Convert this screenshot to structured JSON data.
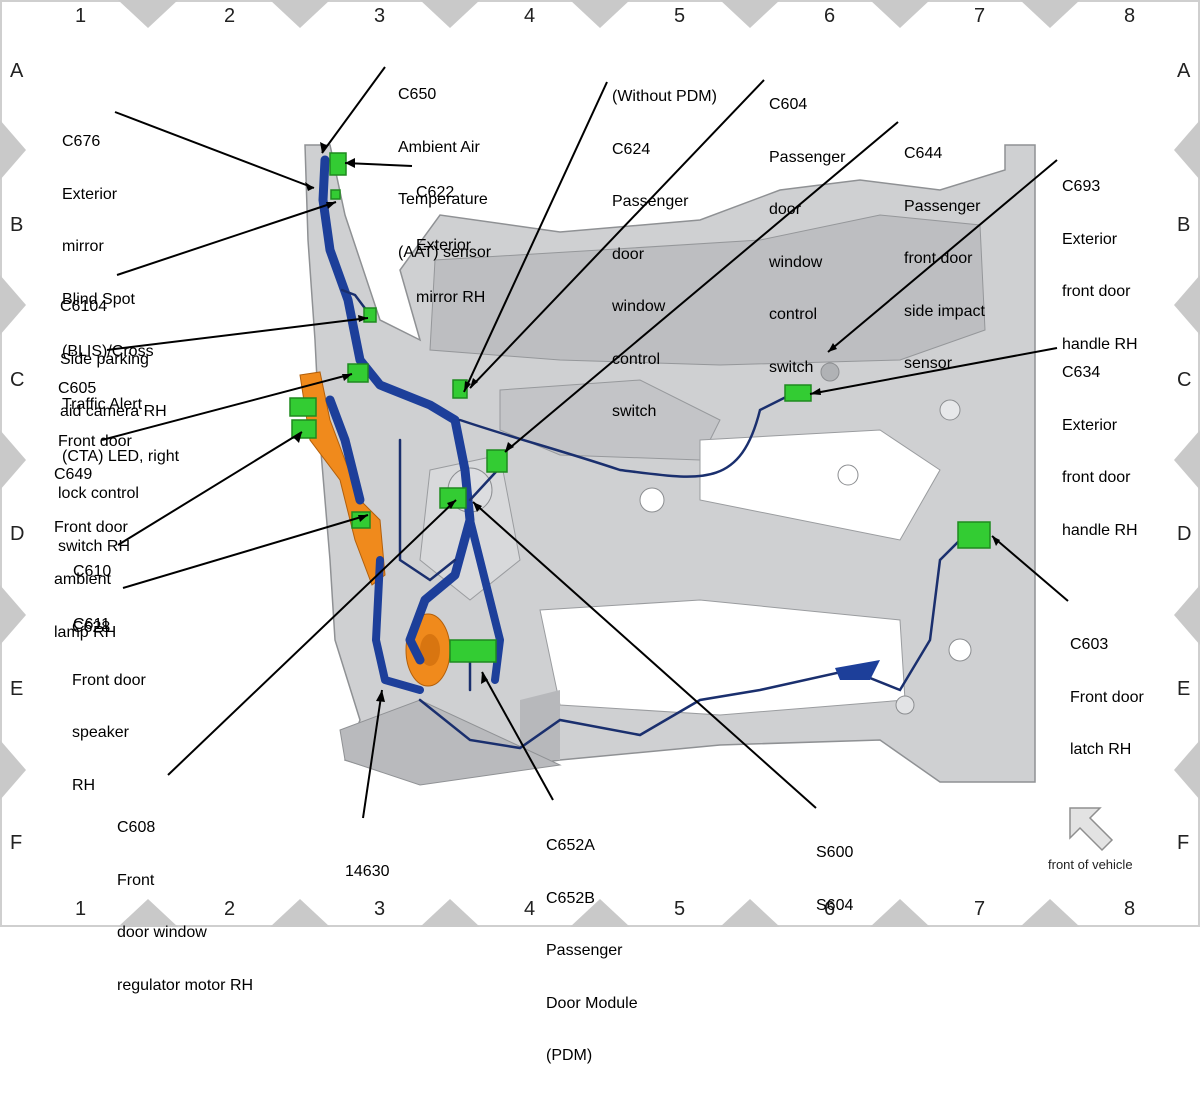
{
  "grid": {
    "columns": [
      "1",
      "2",
      "3",
      "4",
      "5",
      "6",
      "7",
      "8"
    ],
    "rows": [
      "A",
      "B",
      "C",
      "D",
      "E",
      "F"
    ]
  },
  "callouts": {
    "c650": [
      "C650",
      "Ambient Air",
      "Temperature",
      "(AAT) sensor"
    ],
    "c676": [
      "C676",
      "Exterior",
      "mirror",
      "Blind Spot",
      "(BLIS)/Cross",
      "Traffic Alert",
      "(CTA) LED, right"
    ],
    "c622": [
      "C622",
      "Exterior",
      "mirror RH"
    ],
    "c6104": [
      "C6104",
      "Side parking",
      "aid camera RH"
    ],
    "c605": [
      "C605",
      "Front door",
      "lock control",
      "switch RH"
    ],
    "c649": [
      "C649",
      "Front door",
      "ambient",
      "lamp RH"
    ],
    "c610": [
      "C610",
      "C611"
    ],
    "c628": [
      "C628",
      "Front door",
      "speaker",
      "RH"
    ],
    "c608": [
      "C608",
      "Front",
      "door window",
      "regulator motor RH"
    ],
    "wire_14630": [
      "14630"
    ],
    "c652": [
      "C652A",
      "C652B",
      "Passenger",
      "Door Module",
      "(PDM)"
    ],
    "s600": [
      "S600",
      "S604"
    ],
    "c624": [
      "(Without PDM)",
      "C624",
      "Passenger",
      "door",
      "window",
      "control",
      "switch"
    ],
    "c604": [
      "C604",
      "Passenger",
      "door",
      "window",
      "control",
      "switch"
    ],
    "c644": [
      "C644",
      "Passenger",
      "front door",
      "side impact",
      "sensor"
    ],
    "c693": [
      "C693",
      "Exterior",
      "front door",
      "handle RH"
    ],
    "c634": [
      "C634",
      "Exterior",
      "front door",
      "handle RH"
    ],
    "c603": [
      "C603",
      "Front door",
      "latch RH"
    ]
  },
  "orientation": {
    "label": "front of vehicle"
  },
  "colors": {
    "harness": "#1d3f9a",
    "harness_thin": "#1a2f6e",
    "connector": "#33cc33",
    "connector_dark": "#1f8a1f",
    "foam": "#f08a1c",
    "door_panel": "#cfd0d2",
    "door_shadow": "#a9abae",
    "frame_tab": "#c8c8c8"
  }
}
